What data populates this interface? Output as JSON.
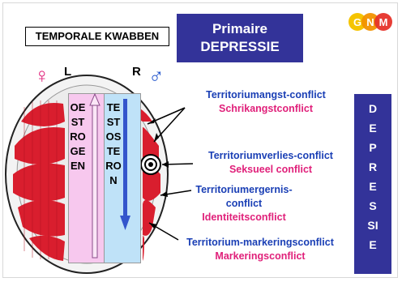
{
  "header": {
    "box_label": "TEMPORALE KWABBEN",
    "title_line1": "Primaire",
    "title_line2": "DEPRESSIE"
  },
  "logo": {
    "letters": [
      "G",
      "N",
      "M"
    ],
    "colors": [
      "#f5c400",
      "#f29200",
      "#e6332a"
    ]
  },
  "sides": {
    "left": "L",
    "right": "R",
    "female_symbol": "♀",
    "male_symbol": "♂"
  },
  "columns": {
    "left_word": "OESTROGEEN",
    "right_word": "TESTOSTERON"
  },
  "labels": [
    {
      "main": "Territoriumangst-conflict",
      "sub": "Schrikangstconflict"
    },
    {
      "main": "Territoriumverlies-conflict",
      "sub": "Seksueel conflict"
    },
    {
      "main": "Territoriumergernis-conflict",
      "sub": "Identiteitsconflict"
    },
    {
      "main": "Territorium-markeringsconflict",
      "sub": "Markeringsconflict"
    }
  ],
  "side_bar": "DEPRESSIE",
  "colors": {
    "navy": "#333399",
    "pink": "#e0207a",
    "blue": "#1a3fb5",
    "lobe": "#d91e2e"
  }
}
